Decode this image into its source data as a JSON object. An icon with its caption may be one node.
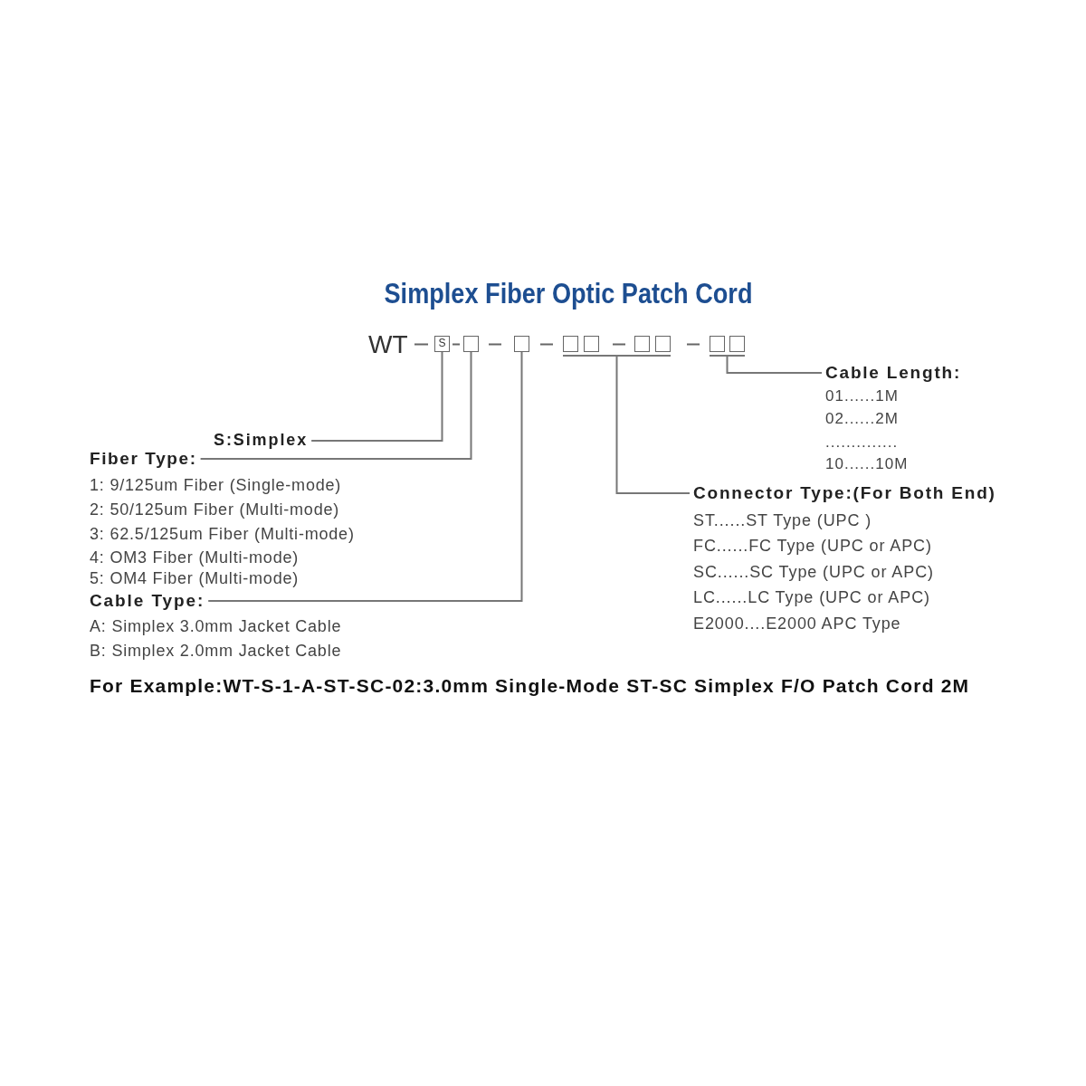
{
  "diagram": {
    "title": "Simplex Fiber Optic Patch Cord",
    "caption": "For Example:WT-S-1-A-ST-SC-02:3.0mm Single-Mode ST-SC Simplex F/O Patch Cord 2M",
    "nodes": [
      {
        "text": [
          "S"
        ]
      },
      {
        "text": [],
        "shape": "box"
      },
      {
        "text": [],
        "shape": "box"
      },
      {
        "text": [],
        "shape": "box"
      },
      {
        "text": [],
        "shape": "box"
      },
      {
        "text": [],
        "shape": "box"
      },
      {
        "text": [],
        "shape": "box"
      },
      {
        "text": [],
        "shape": "box"
      },
      {
        "text": [],
        "shape": "box"
      },
      {
        "text": [
          "Cable Length:"
        ],
        "beside": [
          "01......1M",
          "02......2M",
          "..............",
          "10......10M"
        ]
      },
      {
        "text": [
          "S:Simplex"
        ]
      },
      {
        "text": [
          "Fiber Type:"
        ],
        "beside": [
          "1: 9/125um Fiber (Single-mode)",
          "2: 50/125um Fiber (Multi-mode)",
          "3: 62.5/125um Fiber (Multi-mode)",
          "4: OM3 Fiber (Multi-mode)",
          "5: OM4 Fiber (Multi-mode)"
        ]
      },
      {
        "text": [
          "Connector Type:(For Both End)"
        ],
        "beside": [
          "ST......ST Type (UPC )",
          "FC......FC Type (UPC or APC)",
          "SC......SC Type (UPC or APC)",
          "LC......LC Type (UPC or APC)",
          "E2000....E2000 APC Type"
        ]
      },
      {
        "text": [
          "Cable Type:"
        ],
        "beside": [
          "A: Simplex 3.0mm Jacket Cable",
          "B: Simplex 2.0mm Jacket Cable"
        ]
      }
    ],
    "edges": [
      {
        "from": 0,
        "to": 10,
        "arrow": "none"
      },
      {
        "from": 1,
        "to": 11,
        "arrow": "none"
      },
      {
        "from": 2,
        "to": 13,
        "arrow": "none"
      },
      {
        "from": 3,
        "to": 12,
        "arrow": "none"
      },
      {
        "from": 4,
        "to": 12,
        "arrow": "none"
      },
      {
        "from": 5,
        "to": 12,
        "arrow": "none"
      },
      {
        "from": 6,
        "to": 12,
        "arrow": "none"
      },
      {
        "from": 7,
        "to": 9,
        "arrow": "none"
      },
      {
        "from": 8,
        "to": 9,
        "arrow": "none"
      }
    ],
    "labels": [
      "WT"
    ]
  }
}
